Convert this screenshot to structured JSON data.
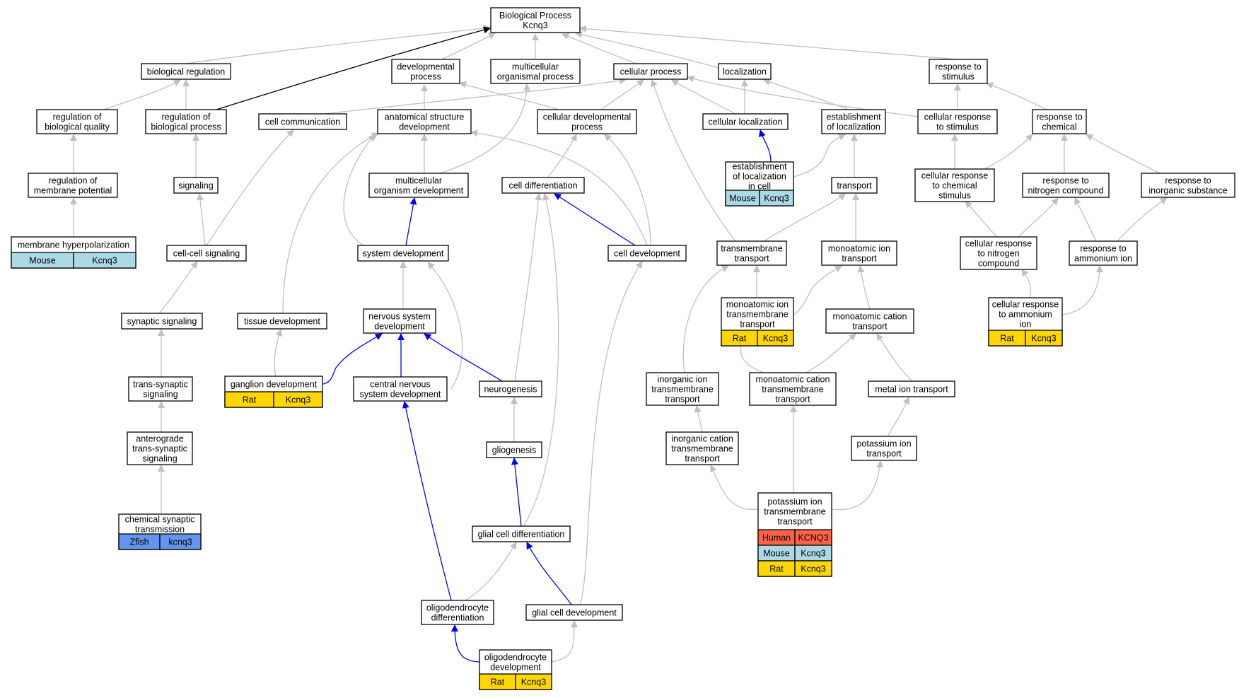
{
  "colors": {
    "gray_edge": "#c0c0c0",
    "black_edge": "#000000",
    "blue_edge": "#0000ff",
    "Human": "#ff6347",
    "Mouse": "#add8e6",
    "Rat": "#ffd700",
    "Zfish": "#6495ed"
  },
  "nodes": {
    "bp": {
      "lines": [
        "Biological Process",
        "Kcnq3"
      ]
    },
    "bioreg": {
      "lines": [
        "biological regulation"
      ]
    },
    "devproc": {
      "lines": [
        "developmental",
        "process"
      ]
    },
    "multiorg": {
      "lines": [
        "multicellular",
        "organismal process"
      ]
    },
    "cellproc": {
      "lines": [
        "cellular process"
      ]
    },
    "localization": {
      "lines": [
        "localization"
      ]
    },
    "respstim": {
      "lines": [
        "response to",
        "stimulus"
      ]
    },
    "regbioqual": {
      "lines": [
        "regulation of",
        "biological quality"
      ]
    },
    "regbioproc": {
      "lines": [
        "regulation of",
        "biological process"
      ]
    },
    "cellcomm": {
      "lines": [
        "cell communication"
      ]
    },
    "anatdev": {
      "lines": [
        "anatomical structure",
        "development"
      ]
    },
    "celldevproc": {
      "lines": [
        "cellular developmental",
        "process"
      ]
    },
    "cellloc": {
      "lines": [
        "cellular localization"
      ]
    },
    "estloc": {
      "lines": [
        "establishment",
        "of localization"
      ]
    },
    "cellrespstim": {
      "lines": [
        "cellular response",
        "to stimulus"
      ]
    },
    "respchem": {
      "lines": [
        "response to",
        "chemical"
      ]
    },
    "regmemb": {
      "lines": [
        "regulation of",
        "membrane potential"
      ]
    },
    "signaling": {
      "lines": [
        "signaling"
      ]
    },
    "multidev": {
      "lines": [
        "multicellular",
        "organism development"
      ]
    },
    "celldiff": {
      "lines": [
        "cell differentiation"
      ]
    },
    "estloccell": {
      "lines": [
        "establishment",
        "of localization",
        "in cell"
      ],
      "species": [
        [
          "Mouse",
          "Kcnq3"
        ]
      ]
    },
    "transport": {
      "lines": [
        "transport"
      ]
    },
    "cellrespchem": {
      "lines": [
        "cellular response",
        "to chemical",
        "stimulus"
      ]
    },
    "respnitro": {
      "lines": [
        "response to",
        "nitrogen compound"
      ]
    },
    "respinorg": {
      "lines": [
        "response to",
        "inorganic substance"
      ]
    },
    "membhyper": {
      "lines": [
        "membrane hyperpolarization"
      ],
      "species": [
        [
          "Mouse",
          "Kcnq3"
        ]
      ]
    },
    "cellcell": {
      "lines": [
        "cell-cell signaling"
      ]
    },
    "sysdev": {
      "lines": [
        "system development"
      ]
    },
    "celldev": {
      "lines": [
        "cell development"
      ]
    },
    "tmtransport": {
      "lines": [
        "transmembrane",
        "transport"
      ]
    },
    "monoiontrans": {
      "lines": [
        "monoatomic ion",
        "transport"
      ]
    },
    "cellrespnitro": {
      "lines": [
        "cellular response",
        "to nitrogen",
        "compound"
      ]
    },
    "respammon": {
      "lines": [
        "response to",
        "ammonium ion"
      ]
    },
    "synsig": {
      "lines": [
        "synaptic signaling"
      ]
    },
    "tissuedev": {
      "lines": [
        "tissue development"
      ]
    },
    "nsdev": {
      "lines": [
        "nervous system",
        "development"
      ]
    },
    "monoiontm": {
      "lines": [
        "monoatomic ion",
        "transmembrane",
        "transport"
      ],
      "species": [
        [
          "Rat",
          "Kcnq3"
        ]
      ]
    },
    "monocattrans": {
      "lines": [
        "monoatomic cation",
        "transport"
      ]
    },
    "cellrespammon": {
      "lines": [
        "cellular response",
        "to ammonium",
        "ion"
      ],
      "species": [
        [
          "Rat",
          "Kcnq3"
        ]
      ]
    },
    "transsyn": {
      "lines": [
        "trans-synaptic",
        "signaling"
      ]
    },
    "gangdev": {
      "lines": [
        "ganglion development"
      ],
      "species": [
        [
          "Rat",
          "Kcnq3"
        ]
      ]
    },
    "cnsdev": {
      "lines": [
        "central nervous",
        "system development"
      ]
    },
    "neurogenesis": {
      "lines": [
        "neurogenesis"
      ]
    },
    "inorgiontm": {
      "lines": [
        "inorganic ion",
        "transmembrane",
        "transport"
      ]
    },
    "monocattm": {
      "lines": [
        "monoatomic cation",
        "transmembrane",
        "transport"
      ]
    },
    "metaliontrans": {
      "lines": [
        "metal ion transport"
      ]
    },
    "antero": {
      "lines": [
        "anterograde",
        "trans-synaptic",
        "signaling"
      ]
    },
    "gliogenesis": {
      "lines": [
        "gliogenesis"
      ]
    },
    "inorgcattm": {
      "lines": [
        "inorganic cation",
        "transmembrane",
        "transport"
      ]
    },
    "potiontrans": {
      "lines": [
        "potassium ion",
        "transport"
      ]
    },
    "chemsyn": {
      "lines": [
        "chemical synaptic",
        "transmission"
      ],
      "species": [
        [
          "Zfish",
          "kcnq3"
        ]
      ]
    },
    "glialdiff": {
      "lines": [
        "glial cell differentiation"
      ]
    },
    "potiontm": {
      "lines": [
        "potassium ion",
        "transmembrane",
        "transport"
      ],
      "species": [
        [
          "Human",
          "KCNQ3"
        ],
        [
          "Mouse",
          "Kcnq3"
        ],
        [
          "Rat",
          "Kcnq3"
        ]
      ]
    },
    "oligodiff": {
      "lines": [
        "oligodendrocyte",
        "differentiation"
      ]
    },
    "glialdev": {
      "lines": [
        "glial cell development"
      ]
    },
    "oligodev": {
      "lines": [
        "oligodendrocyte",
        "development"
      ],
      "species": [
        [
          "Rat",
          "Kcnq3"
        ]
      ]
    }
  }
}
